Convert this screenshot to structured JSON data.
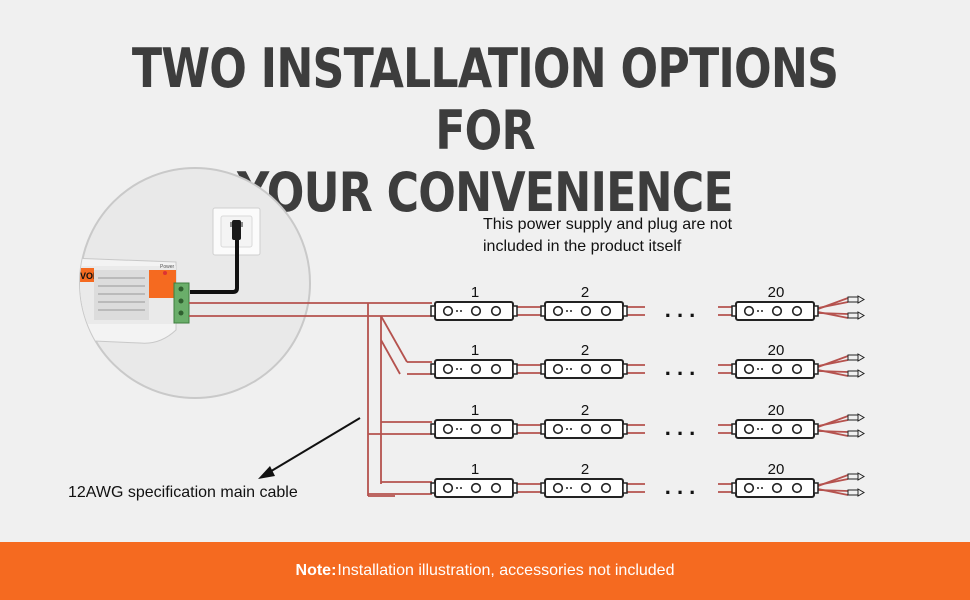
{
  "title_line1": "TWO INSTALLATION OPTIONS FOR",
  "title_line2": "YOUR CONVENIENCE",
  "note_supply": "This power supply and plug are not included in the product itself",
  "note_supply_line1": "This power supply and plug are not",
  "note_supply_line2": "included in the product itself",
  "cable_label": "12AWG specification main cable",
  "footer_note_label": "Note:",
  "footer_note_text": "Installation illustration, accessories not included",
  "module_numbers": [
    "1",
    "2",
    "20"
  ],
  "ellipsis": ". . .",
  "power_supply_brand": "VOR",
  "power_label": "Power",
  "colors": {
    "accent": "#f56a20",
    "wire": "#b5524e",
    "title": "#3d3d3d",
    "background": "#f0f0f0"
  },
  "rows": 4
}
